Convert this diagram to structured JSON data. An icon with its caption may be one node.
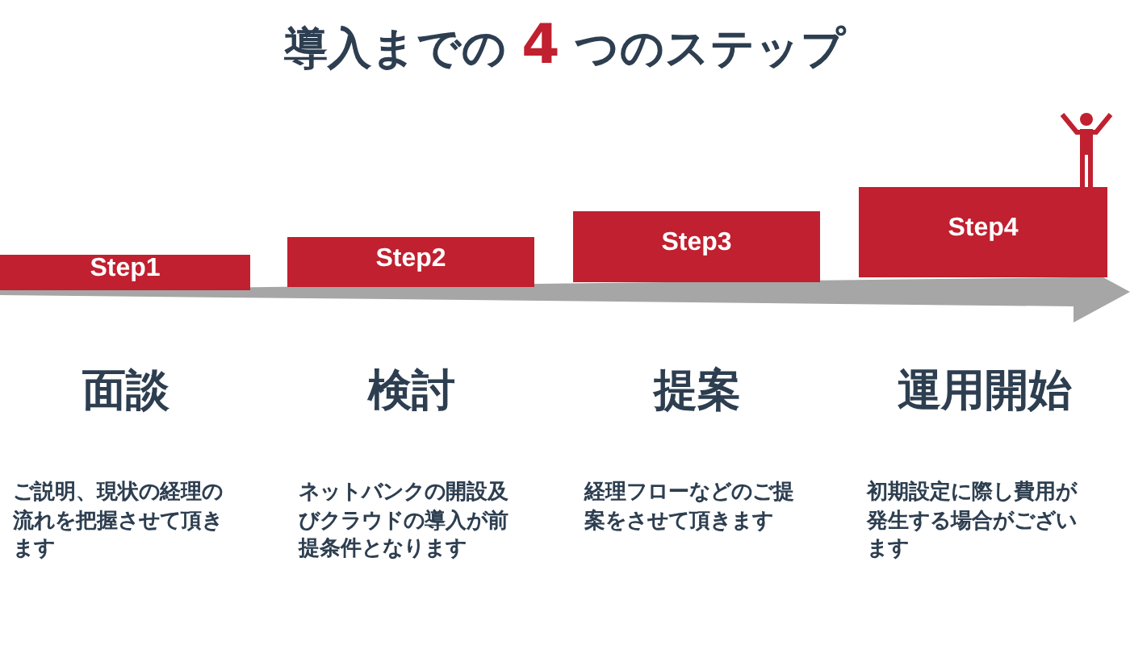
{
  "diagram": {
    "title": "導入までの **4** つのステップ",
    "nodes": [
      {
        "text": [
          "Step1"
        ],
        "beside": [
          "面談",
          "ご説明、現状の経理の流れを把握させて頂きます"
        ]
      },
      {
        "text": [
          "Step2"
        ],
        "beside": [
          "検討",
          "ネットバンクの開設及びクラウドの導入が前提条件となります"
        ]
      },
      {
        "text": [
          "Step3"
        ],
        "beside": [
          "提案",
          "経理フローなどのご提案をさせて頂きます"
        ]
      },
      {
        "text": [
          "Step4"
        ],
        "beside": [
          "運用開始",
          "初期設定に際し費用が発生する場合がございます"
        ]
      }
    ],
    "edges": [
      {
        "from": 0,
        "to": 3,
        "arrow": "to"
      }
    ]
  }
}
